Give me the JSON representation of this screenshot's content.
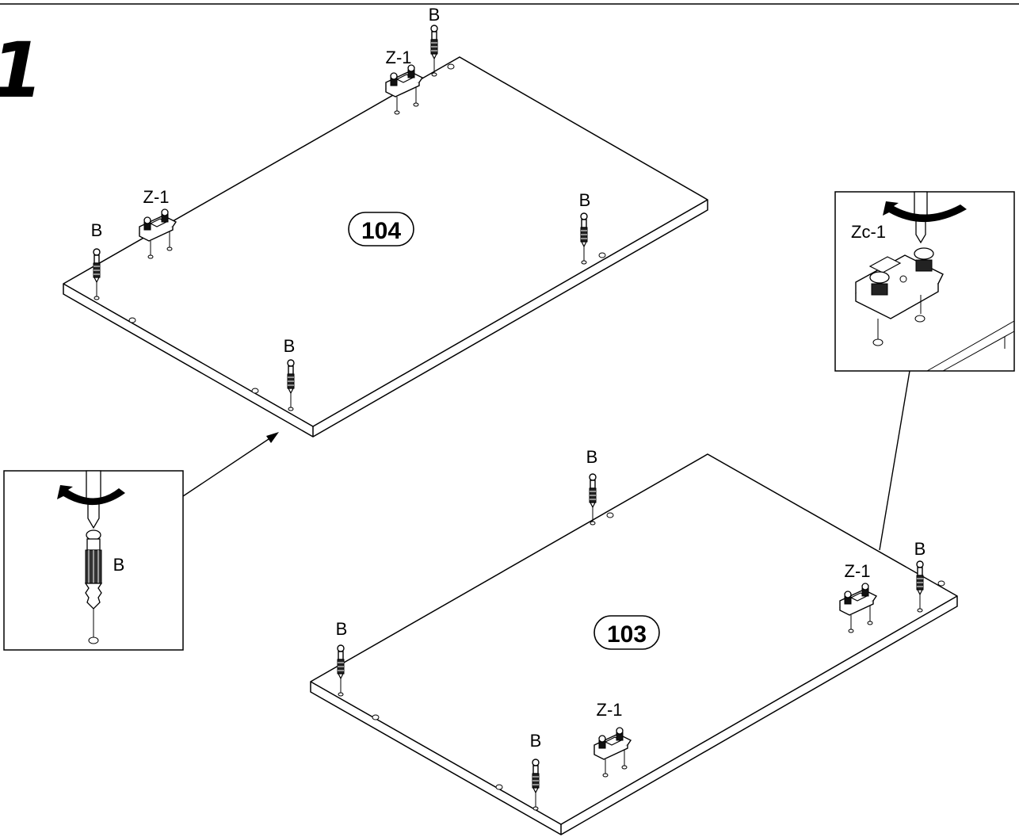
{
  "step_number": "1",
  "panels": {
    "top": "104",
    "bottom": "103"
  },
  "labels": {
    "dowel": "B",
    "hinge_plate": "Z-1",
    "hinge_plate_detail": "Zc-1"
  },
  "insets": {
    "left": {
      "label": "B"
    },
    "right": {
      "label": "Zc-1"
    }
  }
}
